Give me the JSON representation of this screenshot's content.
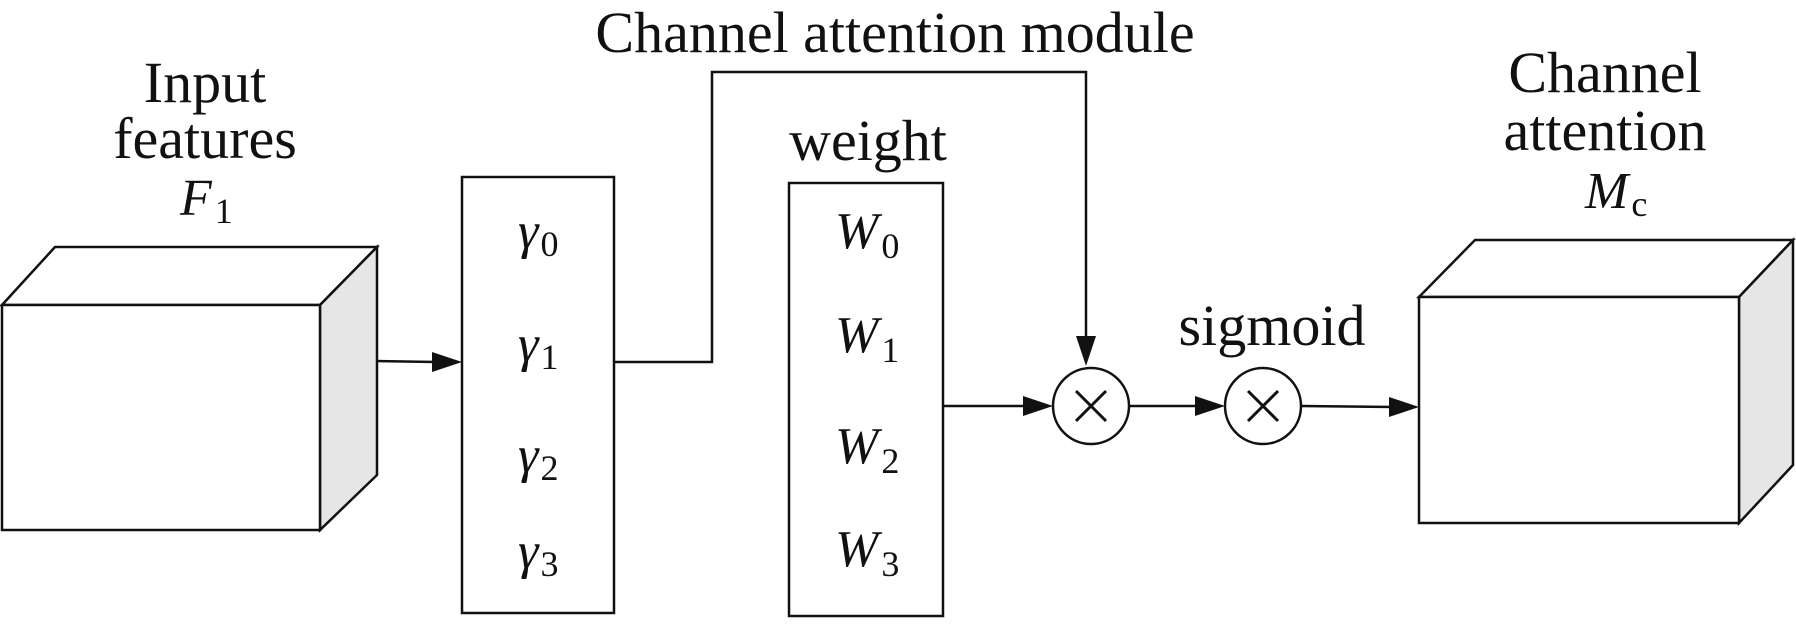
{
  "title": "Channel attention module",
  "input": {
    "line1": "Input",
    "line2": "features",
    "symbol": "F",
    "subscript": "1"
  },
  "gamma_column": [
    {
      "symbol": "γ",
      "subscript": "0"
    },
    {
      "symbol": "γ",
      "subscript": "1"
    },
    {
      "symbol": "γ",
      "subscript": "2"
    },
    {
      "symbol": "γ",
      "subscript": "3"
    }
  ],
  "weight": {
    "label": "weight",
    "items": [
      {
        "symbol": "W",
        "subscript": "0"
      },
      {
        "symbol": "W",
        "subscript": "1"
      },
      {
        "symbol": "W",
        "subscript": "2"
      },
      {
        "symbol": "W",
        "subscript": "3"
      }
    ]
  },
  "multiply_symbol": "×",
  "sigmoid_label": "sigmoid",
  "output": {
    "line1": "Channel",
    "line2": "attention",
    "symbol": "M",
    "subscript": "c"
  }
}
